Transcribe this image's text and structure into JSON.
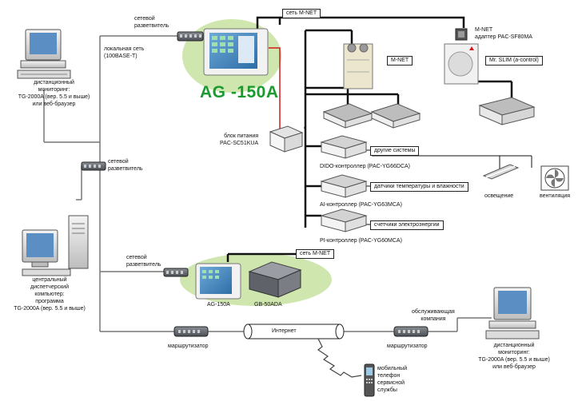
{
  "labels": {
    "net_splitter_top": "сетевой\nразветвитель",
    "lan": "локальная сеть\n(100BASE-T)",
    "mnet_top": "сеть M-NET",
    "mnet_adapter": "M-NET\nадаптер PAC-SF80MA",
    "mnet_box": "M-NET",
    "mrslim_box": "Mr. SLIM (a-control)",
    "ag150a_big": "AG -150A",
    "power_supply": "блок питания\nPAC-SC51KUA",
    "other_systems": "другие системы",
    "dido": "DIDO-контроллер (PAC-YG66DCA)",
    "lighting": "освещение",
    "ventilation": "вентиляция",
    "temp_sensors": "датчики температуры и влажности",
    "ai": "AI-контроллер (PAC-YG63MCA)",
    "meters": "счетчики электроэнергии",
    "pi": "PI-контроллер (PAC-YG60MCA)",
    "remote_monitor_top": "дистанционный\nмониторинг:\nTG-2000A (вер. 5.5 и выше)\nили веб-браузер",
    "net_splitter_mid": "сетевой\nразветвитель",
    "central_pc": "центральный\nдиспетчерский\nкомпьютер:\nпрограмма\nTG-2000A (вер. 5.5 и выше)",
    "net_splitter_bottom": "сетевой\nразветвитель",
    "mnet_bottom": "сеть M-NET",
    "ag150a_small": "AG-150A",
    "gb50ada": "GB-50ADA",
    "router_left": "маршрутизатор",
    "internet": "Интернет",
    "router_right": "маршрутизатор",
    "service_company": "обслуживающая\nкомпания",
    "mobile": "мобильный\nтелефон\nсервисной\nслужбы",
    "remote_monitor_bottom": "дистанционный\nмониторинг:\nTG-2000A (вер. 5.5 и выше)\nили веб-браузер"
  },
  "colors": {
    "cable": "#111111",
    "lan_line": "#777777",
    "power_line": "#d21a1a",
    "highlight_ellipse": "#cfe6ae",
    "brand_green": "#1a9a2f"
  }
}
